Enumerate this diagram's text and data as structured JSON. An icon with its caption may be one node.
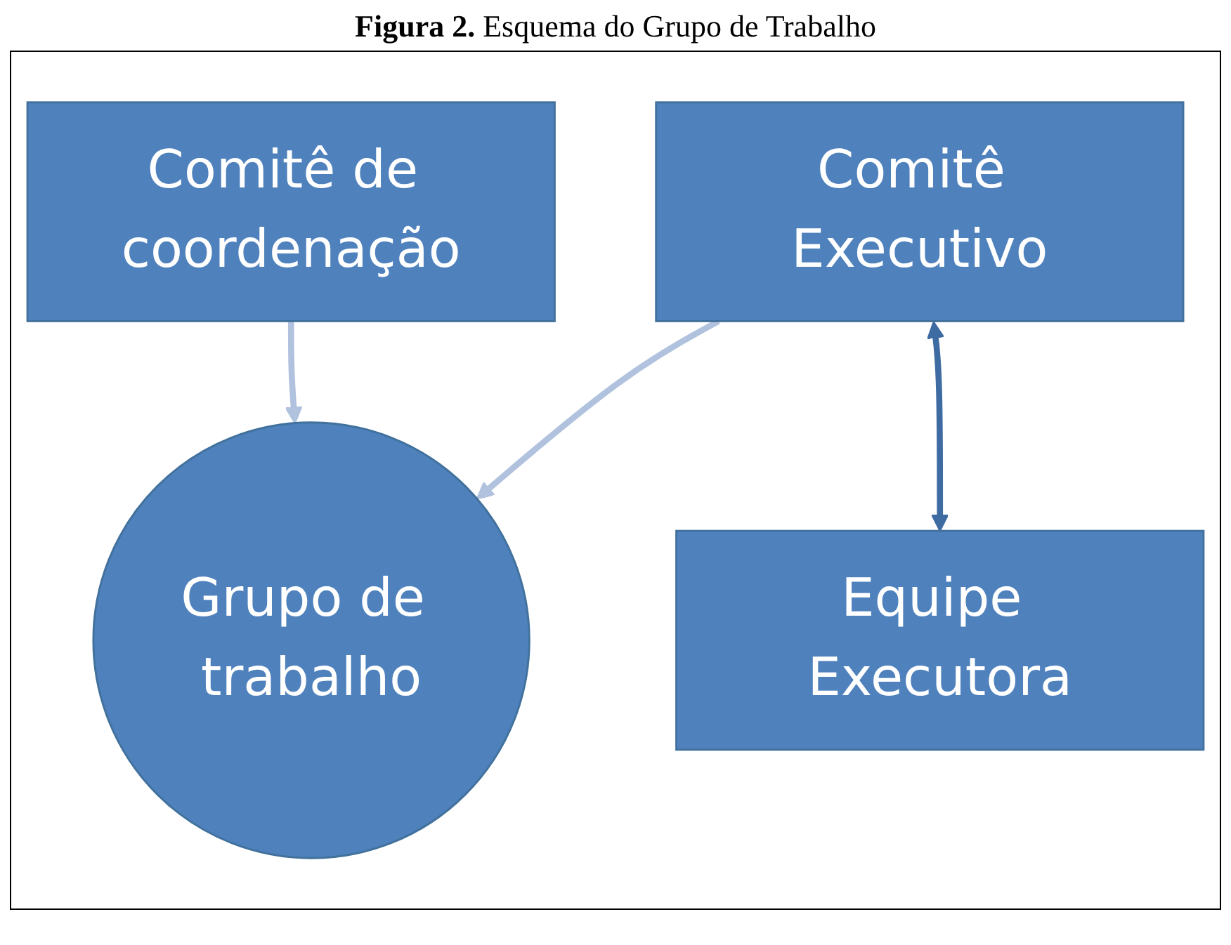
{
  "diagram": {
    "title": "**Figura 2.** Esquema do Grupo de Trabalho",
    "nodes": [
      {
        "text": [
          "Comitê Executivo"
        ]
      },
      {
        "text": [
          "Comitê de coordenação"
        ]
      },
      {
        "text": [
          "Equipe Executora"
        ]
      },
      {
        "text": [
          "Grupo de trabalho"
        ]
      }
    ],
    "edges": [
      {
        "from": 1,
        "to": 3,
        "arrow": "to"
      },
      {
        "from": 0,
        "to": 3,
        "arrow": "to"
      },
      {
        "from": 0,
        "to": 2,
        "arrow": "both",
        "color": "#3f6ba3"
      }
    ]
  }
}
